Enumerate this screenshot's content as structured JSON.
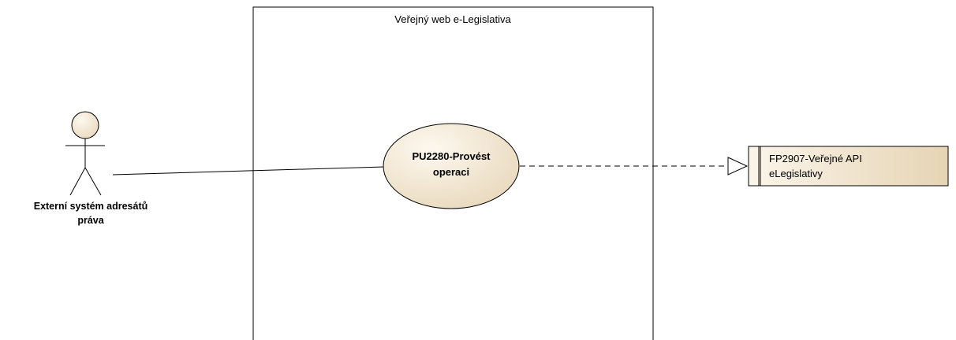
{
  "diagram": {
    "boundary": {
      "title": "Veřejný web e-Legislativa"
    },
    "actor": {
      "name_line1": "Externí systém adresátů",
      "name_line2": "práva"
    },
    "use_case": {
      "label_line1": "PU2280-Provést",
      "label_line2": "operaci"
    },
    "component": {
      "label_line1": "FP2907-Veřejné API",
      "label_line2": "eLegislativy"
    },
    "colors": {
      "fill_top": "#fdf8ef",
      "fill_bottom": "#eadbc0",
      "stroke": "#000000",
      "background": "#ffffff"
    }
  }
}
